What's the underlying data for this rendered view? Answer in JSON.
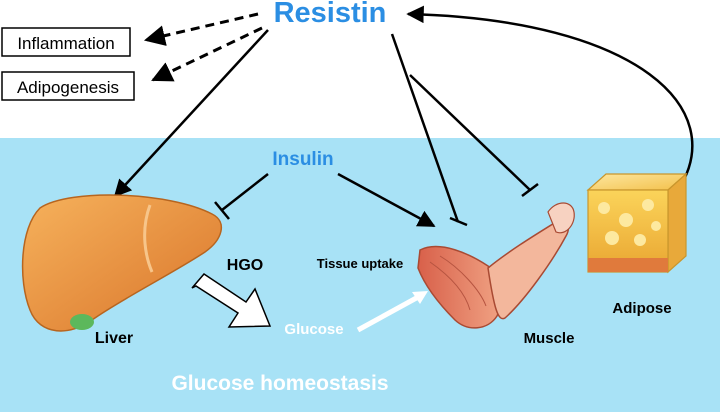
{
  "nodes": {
    "resistin": "Resistin",
    "insulin": "Insulin",
    "inflammation": "Inflammation",
    "adipogenesis": "Adipogenesis",
    "liver": "Liver",
    "hgo": "HGO",
    "glucose": "Glucose",
    "tissue_uptake": "Tissue uptake",
    "muscle": "Muscle",
    "adipose": "Adipose"
  },
  "footer": "Glucose homeostasis",
  "colors": {
    "background_panel": "#a8e2f6",
    "resistin": "#2b8ee3",
    "insulin": "#2b8ee3",
    "liver": "#e8923a",
    "adipose": "#f5c842",
    "muscle": "#e07a5f"
  }
}
